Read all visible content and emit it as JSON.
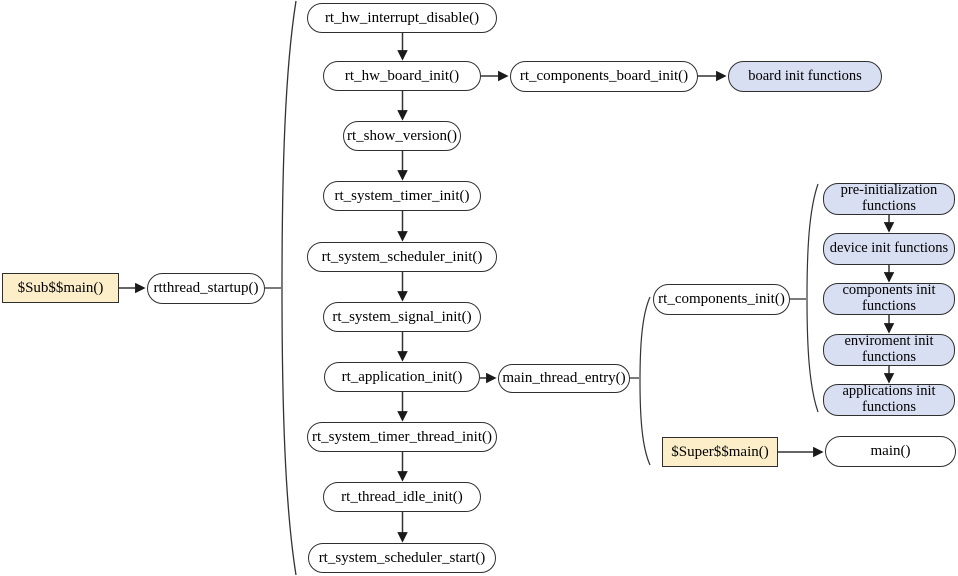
{
  "colors": {
    "highlight_fill": "#fbeec9",
    "group_fill": "#d9dff2",
    "stroke": "#2f2f2f",
    "wire": "#333333"
  },
  "nodes": {
    "sub_main": "$Sub$$main()",
    "rtthread_startup": "rtthread_startup()",
    "main_chain": [
      "rt_hw_interrupt_disable()",
      "rt_hw_board_init()",
      "rt_show_version()",
      "rt_system_timer_init()",
      "rt_system_scheduler_init()",
      "rt_system_signal_init()",
      "rt_application_init()",
      "rt_system_timer_thread_init()",
      "rt_thread_idle_init()",
      "rt_system_scheduler_start()"
    ],
    "rt_components_board_init": "rt_components_board_init()",
    "board_init_functions": "board init functions",
    "main_thread_entry": "main_thread_entry()",
    "rt_components_init": "rt_components_init()",
    "init_chain": [
      "pre-initialization functions",
      "device init functions",
      "components init functions",
      "enviroment init functions",
      "applications init functions"
    ],
    "super_main": "$Super$$main()",
    "main": "main()"
  }
}
